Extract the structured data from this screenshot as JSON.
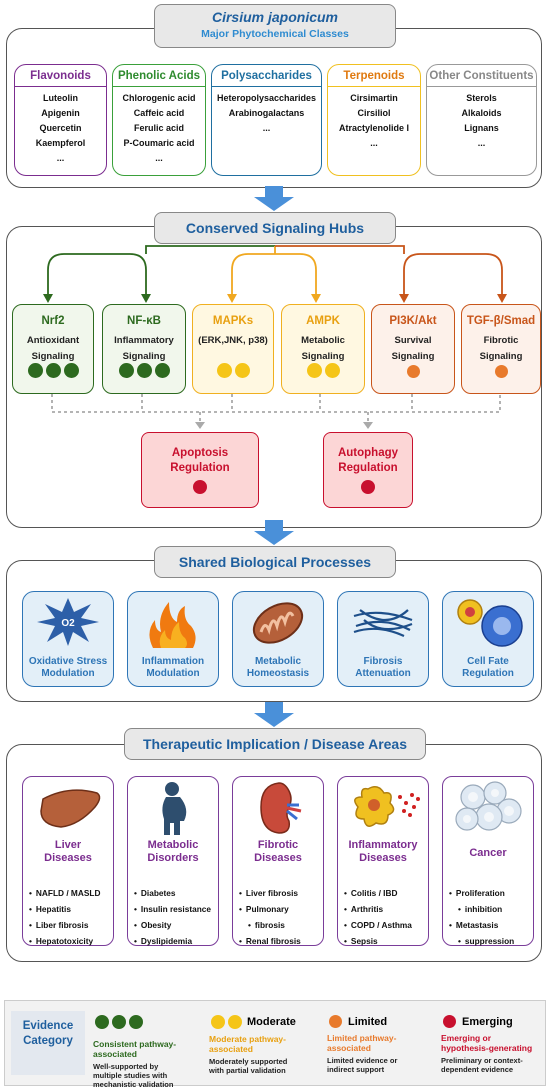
{
  "header": {
    "title": "Cirsium japonicum",
    "subtitle": "Major Phytochemical Classes"
  },
  "classes": [
    {
      "name": "Flavonoids",
      "color": "#7b2d8f",
      "items": [
        "Luteolin",
        "Apigenin",
        "Quercetin",
        "Kaempferol",
        "..."
      ]
    },
    {
      "name": "Phenolic Acids",
      "color": "#2e8b2e",
      "items": [
        "Chlorogenic acid",
        "Caffeic acid",
        "Ferulic acid",
        "P-Coumaric acid",
        "..."
      ]
    },
    {
      "name": "Polysaccharides",
      "color": "#1f6fa0",
      "items": [
        "Heteropolysaccharides",
        "Arabinogalactans",
        "..."
      ]
    },
    {
      "name": "Terpenoids",
      "color": "#e07a10",
      "items": [
        "Cirsimartin",
        "Cirsiliol",
        "Atractylenolide I",
        "..."
      ]
    },
    {
      "name": "Other Constituents",
      "color": "#888888",
      "items": [
        "Sterols",
        "Alkaloids",
        "Lignans",
        "..."
      ]
    }
  ],
  "hubs_header": "Conserved Signaling Hubs",
  "hubs": [
    {
      "name": "Nrf2",
      "sub1": "Antioxidant",
      "sub2": "Signaling",
      "level": "consistent"
    },
    {
      "name": "NF-κB",
      "sub1": "Inflammatory",
      "sub2": "Signaling",
      "level": "consistent"
    },
    {
      "name": "MAPKs",
      "sub1": "(ERK,JNK, p38)",
      "sub2": "",
      "level": "moderate"
    },
    {
      "name": "AMPK",
      "sub1": "Metabolic",
      "sub2": "Signaling",
      "level": "moderate"
    },
    {
      "name": "PI3K/Akt",
      "sub1": "Survival",
      "sub2": "Signaling",
      "level": "limited"
    },
    {
      "name": "TGF-β/Smad",
      "sub1": "Fibrotic",
      "sub2": "Signaling",
      "level": "limited"
    }
  ],
  "regulation": [
    {
      "line1": "Apoptosis",
      "line2": "Regulation"
    },
    {
      "line1": "Autophagy",
      "line2": "Regulation"
    }
  ],
  "processes_header": "Shared Biological Processes",
  "processes": [
    {
      "line1": "Oxidative Stress",
      "line2": "Modulation",
      "icon": "oxidative-stress-icon"
    },
    {
      "line1": "Inflammation",
      "line2": "Modulation",
      "icon": "flame-icon"
    },
    {
      "line1": "Metabolic",
      "line2": "Homeostasis",
      "icon": "mitochondria-icon"
    },
    {
      "line1": "Fibrosis",
      "line2": "Attenuation",
      "icon": "fibers-icon"
    },
    {
      "line1": "Cell Fate",
      "line2": "Regulation",
      "icon": "cells-icon"
    }
  ],
  "o2_label": "O2",
  "diseases_header": "Therapeutic Implication / Disease Areas",
  "diseases": [
    {
      "line1": "Liver",
      "line2": "Diseases",
      "icon": "liver-icon",
      "items": [
        "NAFLD / MASLD",
        "Hepatitis",
        "Liber fibrosis",
        "Hepatotoxicity"
      ]
    },
    {
      "line1": "Metabolic",
      "line2": "Disorders",
      "icon": "obese-person-icon",
      "items": [
        "Diabetes",
        "Insulin resistance",
        "Obesity",
        "Dyslipidemia"
      ]
    },
    {
      "line1": "Fibrotic",
      "line2": "Diseases",
      "icon": "kidney-icon",
      "items": [
        "Liver fibrosis",
        "Pulmonary",
        "fibrosis",
        "Renal fibrosis"
      ]
    },
    {
      "line1": "Inflammatory",
      "line2": "Diseases",
      "icon": "immune-cell-icon",
      "items": [
        "Colitis / IBD",
        "Arthritis",
        "COPD / Asthma",
        "Sepsis"
      ]
    },
    {
      "line1": "Cancer",
      "line2": "",
      "icon": "tumor-cells-icon",
      "items": [
        "Proliferation",
        "inhibition",
        "Metastasis",
        "suppression"
      ]
    }
  ],
  "legend": {
    "title_line1": "Evidence",
    "title_line2": "Category",
    "categories": [
      {
        "label": "",
        "name_line1": "Consistent pathway-",
        "name_line2": "associated",
        "desc1": "Well-supported by",
        "desc2": "multiple studies with",
        "desc3": "mechanistic validation",
        "color": "#2d6a1f"
      },
      {
        "label": "Moderate",
        "name_line1": "Moderate pathway-",
        "name_line2": "associated",
        "desc1": "Moderately supported",
        "desc2": "with partial validation",
        "desc3": "",
        "color": "#f5c518"
      },
      {
        "label": "Limited",
        "name_line1": "Limited pathway-",
        "name_line2": "associated",
        "desc1": "Limited evidence or",
        "desc2": "indirect support",
        "desc3": "",
        "color": "#e87a2c"
      },
      {
        "label": "Emerging",
        "name_line1": "Emerging or",
        "name_line2": "hypothesis-generating",
        "desc1": "Preliminary or context-",
        "desc2": "dependent evidence",
        "desc3": "",
        "color": "#c8102e"
      }
    ]
  }
}
